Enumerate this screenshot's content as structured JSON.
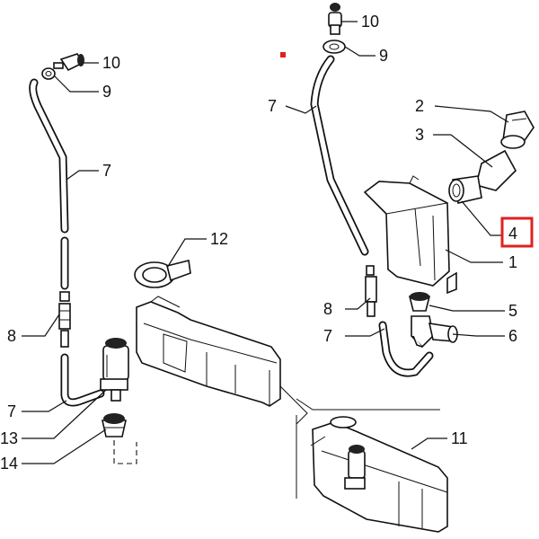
{
  "callouts": {
    "left_10": "10",
    "left_9": "9",
    "left_7_upper": "7",
    "left_8": "8",
    "left_7_lower": "7",
    "left_13": "13",
    "left_14": "14",
    "center_12": "12",
    "right_10": "10",
    "right_9": "9",
    "right_7_upper": "7",
    "right_2": "2",
    "right_3": "3",
    "right_4": "4",
    "right_1": "1",
    "right_8": "8",
    "right_5": "5",
    "right_7_lower": "7",
    "right_6": "6",
    "bottom_11": "11"
  },
  "highlight": {
    "color": "#e02020",
    "target": "4"
  }
}
